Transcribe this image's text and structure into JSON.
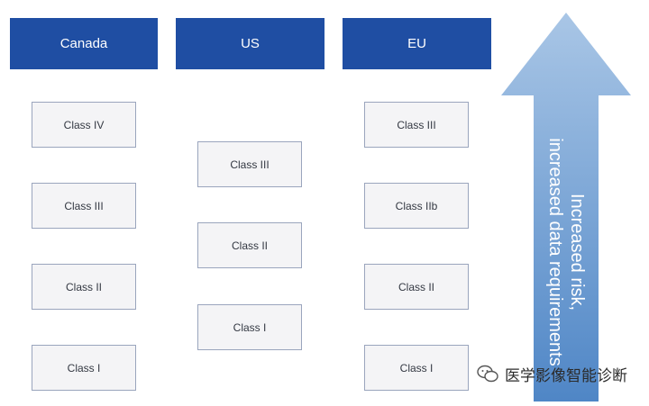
{
  "columns": [
    {
      "header": "Canada",
      "classes": [
        "Class IV",
        "Class III",
        "Class II",
        "Class I"
      ]
    },
    {
      "header": "US",
      "classes": [
        "Class III",
        "Class II",
        "Class I"
      ]
    },
    {
      "header": "EU",
      "classes": [
        "Class III",
        "Class IIb",
        "Class II",
        "Class I"
      ]
    }
  ],
  "arrow": {
    "line1": "Increased risk,",
    "line2": "increased data requirements"
  },
  "watermark": {
    "text": "医学影像智能诊断",
    "icon": "wechat-icon"
  },
  "colors": {
    "header": "#1f4ea3",
    "arrow_top": "#a9c6e6",
    "arrow_bottom": "#4f86c6"
  }
}
